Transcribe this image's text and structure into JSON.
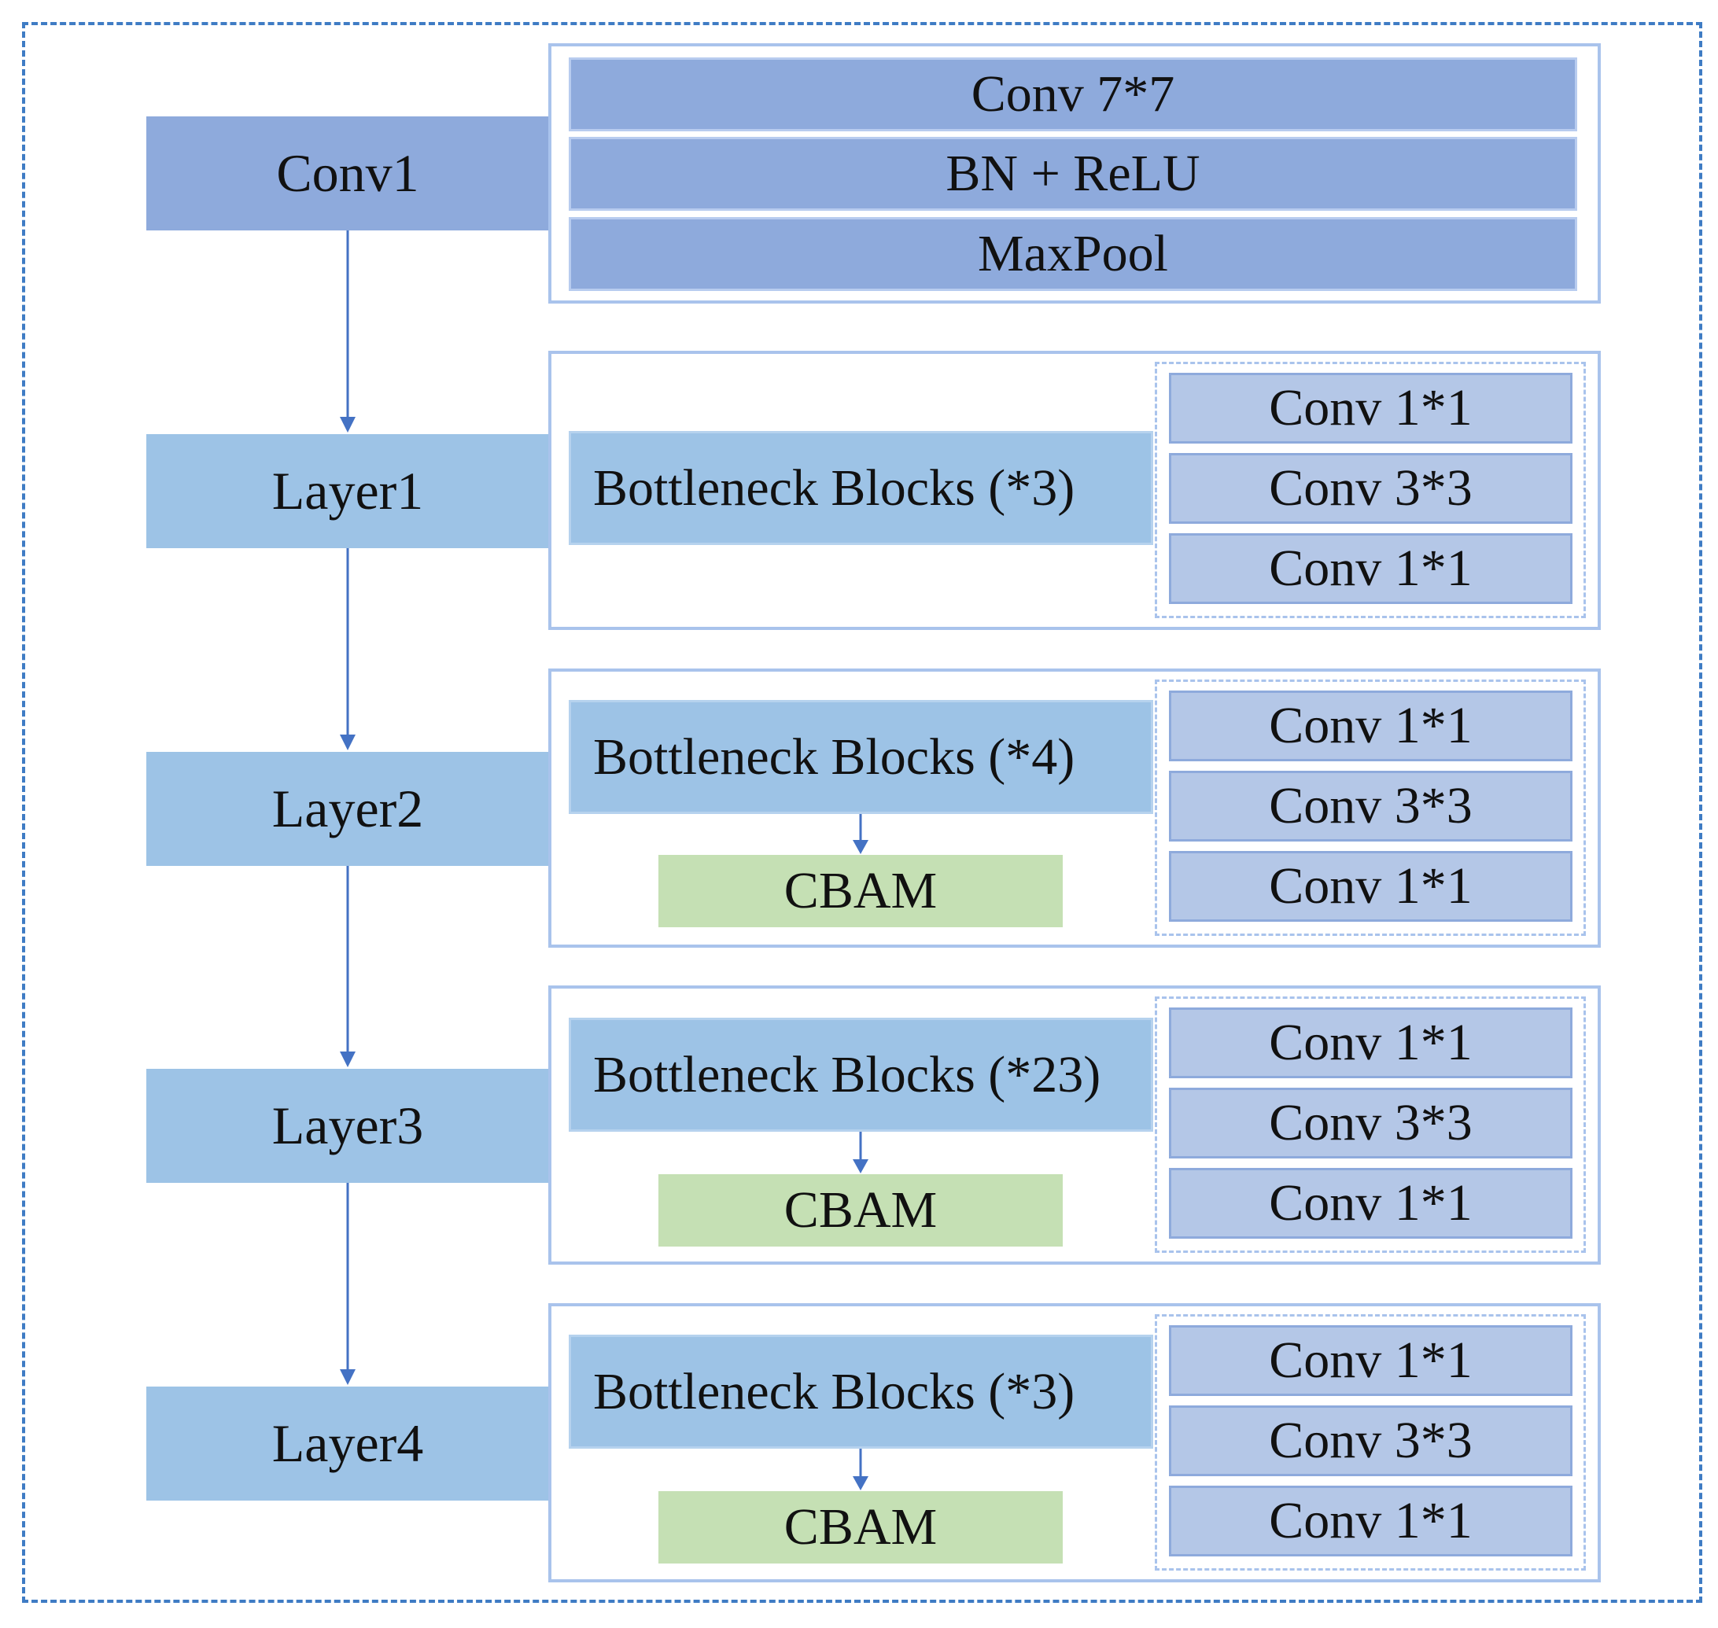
{
  "colors": {
    "outer_border": "#3f7cc4",
    "conv1_fill": "#8eaadc",
    "layer_fill": "#9dc3e6",
    "inner_conv_fill": "#b4c7e7",
    "cbam_fill": "#c5e0b4",
    "arrow": "#4472c4",
    "panel_border": "#a9c3ec"
  },
  "conv1": {
    "label": "Conv1",
    "ops": [
      "Conv 7*7",
      "BN + ReLU",
      "MaxPool"
    ]
  },
  "layers": [
    {
      "label": "Layer1",
      "bottleneck": "Bottleneck Blocks (*3)",
      "inner": [
        "Conv 1*1",
        "Conv 3*3",
        "Conv 1*1"
      ]
    },
    {
      "label": "Layer2",
      "bottleneck": "Bottleneck Blocks (*4)",
      "cbam": "CBAM",
      "inner": [
        "Conv 1*1",
        "Conv 3*3",
        "Conv 1*1"
      ]
    },
    {
      "label": "Layer3",
      "bottleneck": "Bottleneck Blocks (*23)",
      "cbam": "CBAM",
      "inner": [
        "Conv 1*1",
        "Conv 3*3",
        "Conv 1*1"
      ]
    },
    {
      "label": "Layer4",
      "bottleneck": "Bottleneck Blocks (*3)",
      "cbam": "CBAM",
      "inner": [
        "Conv 1*1",
        "Conv 3*3",
        "Conv 1*1"
      ]
    }
  ]
}
